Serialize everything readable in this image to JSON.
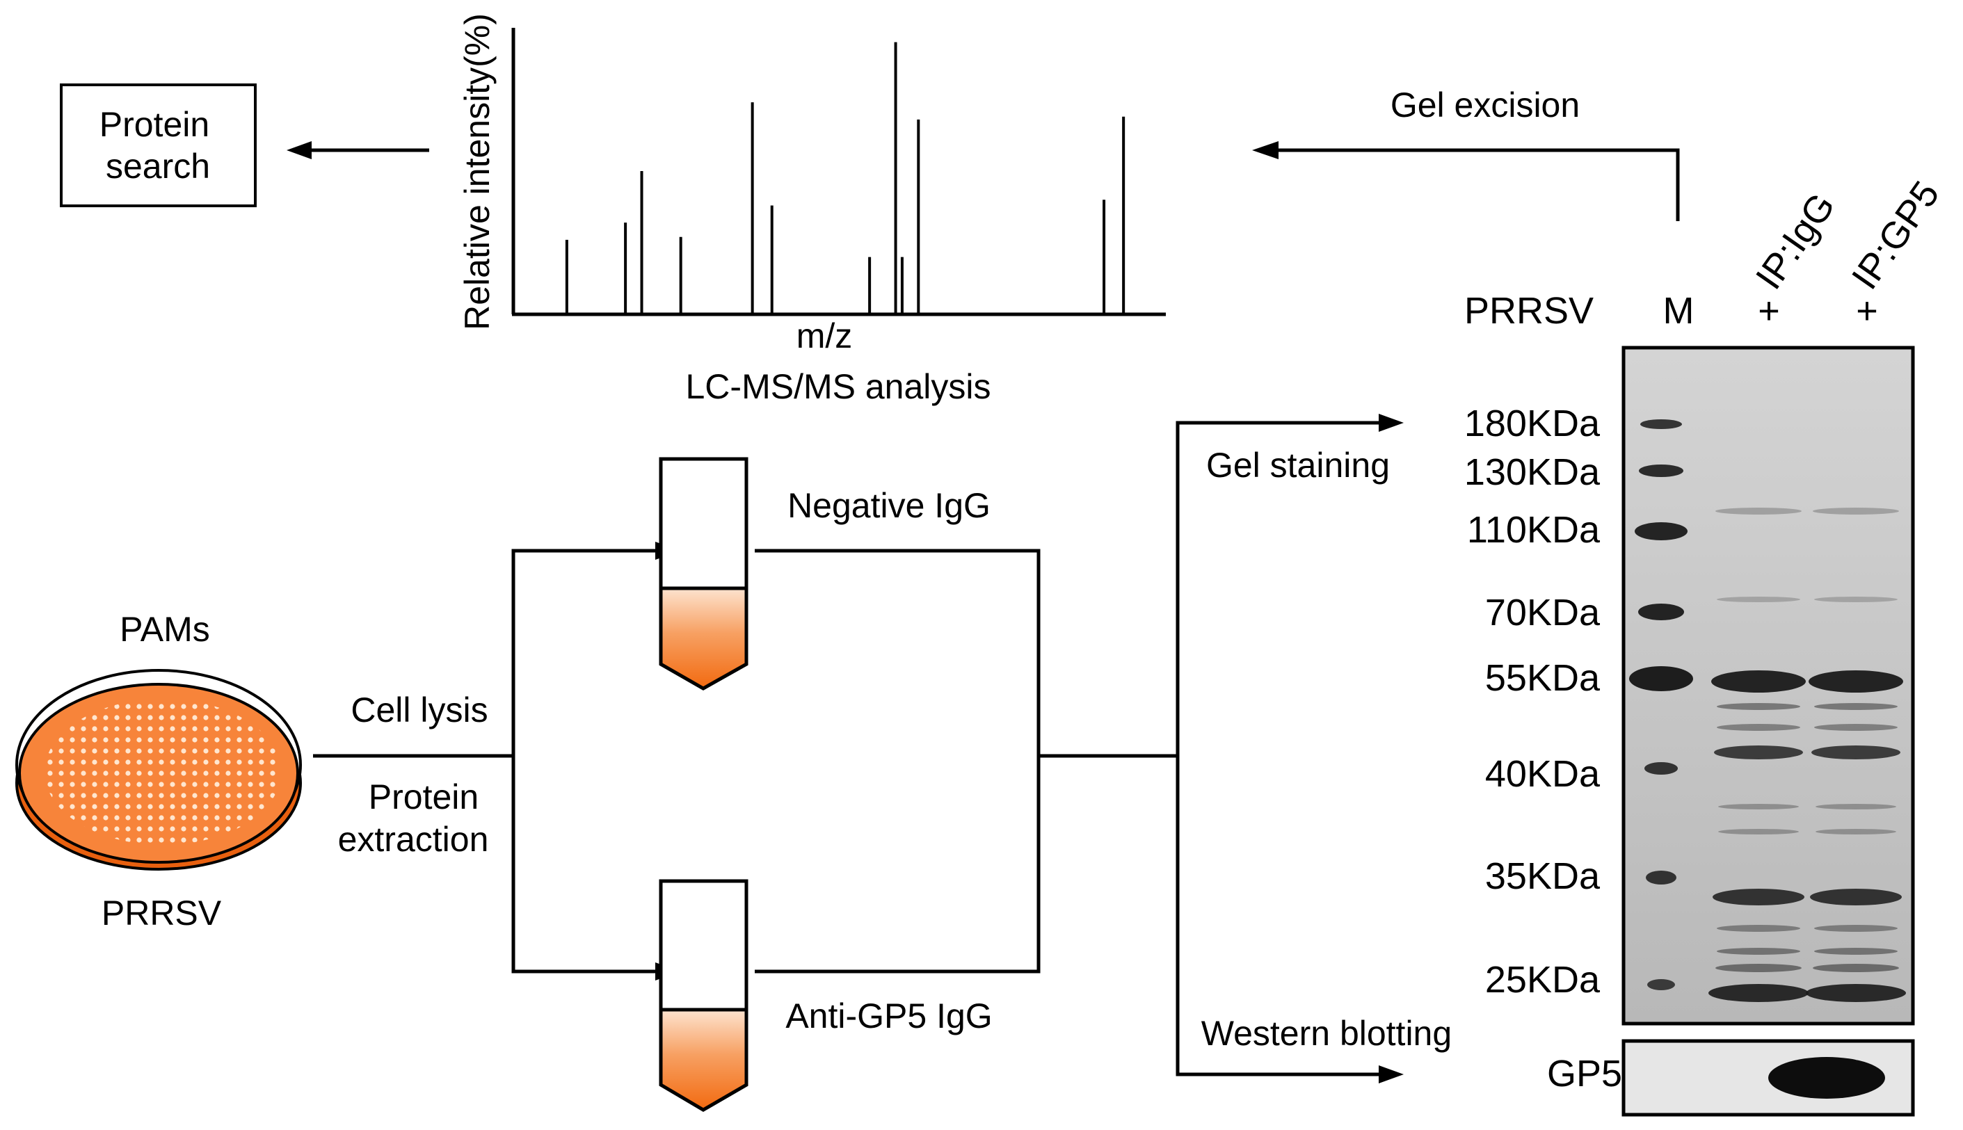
{
  "flow": {
    "protein_search": [
      "Protein",
      "search"
    ],
    "lcms_label": "LC-MS/MS analysis",
    "gel_excision": "Gel excision",
    "cell_lysis": "Cell lysis",
    "protein_extraction": [
      "Protein",
      "extraction"
    ],
    "negative_igg": "Negative IgG",
    "anti_gp5_igg": "Anti-GP5 IgG",
    "gel_staining": "Gel staining",
    "western_blotting": "Western blotting"
  },
  "dish": {
    "top_label": "PAMs",
    "bottom_label": "PRRSV",
    "fill_color": "#f7843a",
    "rim_color": "#e8600f"
  },
  "spectrum": {
    "ylabel": "Relative intensity(%)",
    "xlabel": "m/z",
    "peaks": [
      {
        "mz": 8,
        "intensity": 26
      },
      {
        "mz": 17,
        "intensity": 32
      },
      {
        "mz": 19.5,
        "intensity": 50
      },
      {
        "mz": 25.5,
        "intensity": 27
      },
      {
        "mz": 36.5,
        "intensity": 74
      },
      {
        "mz": 39.5,
        "intensity": 38
      },
      {
        "mz": 54.5,
        "intensity": 20
      },
      {
        "mz": 58.5,
        "intensity": 95
      },
      {
        "mz": 59.5,
        "intensity": 20
      },
      {
        "mz": 62,
        "intensity": 68
      },
      {
        "mz": 90.5,
        "intensity": 40
      },
      {
        "mz": 93.5,
        "intensity": 69
      }
    ]
  },
  "gel": {
    "prrsv_label": "PRRSV",
    "lanes": [
      {
        "name": "M",
        "prrsv": ""
      },
      {
        "name": "IP:IgG",
        "prrsv": "+"
      },
      {
        "name": "IP:GP5",
        "prrsv": "+"
      }
    ],
    "markers": [
      "180KDa",
      "130KDa",
      "110KDa",
      "70KDa",
      "55KDa",
      "40KDa",
      "35KDa",
      "25KDa"
    ],
    "western_label": "GP5"
  },
  "colors": {
    "tube_fill": "#f47a20",
    "gel_background": "#c8c8c8",
    "band": "#1a1a1a"
  }
}
